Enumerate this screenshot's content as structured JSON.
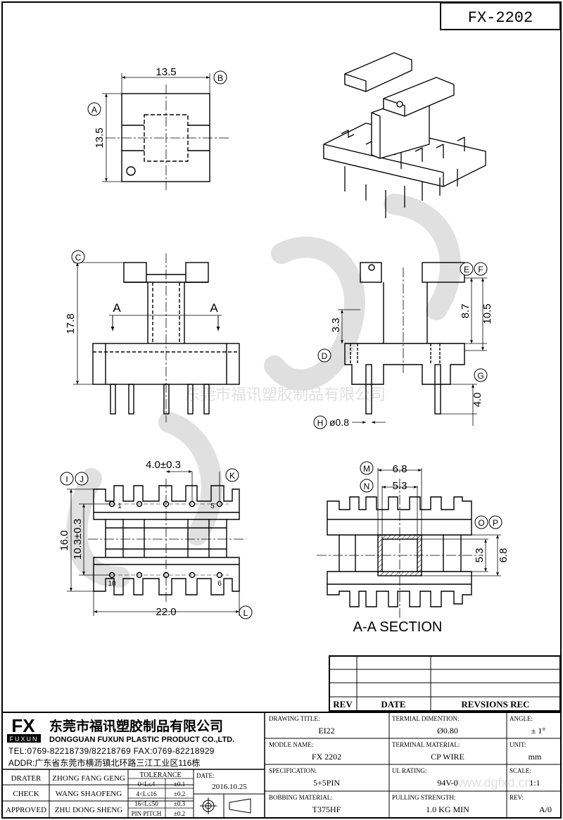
{
  "part_number": "FX-2202",
  "watermark": {
    "company": "东莞市福讯塑胶制品有限公司",
    "url": "www.dgfxd.cn"
  },
  "top_view": {
    "width": "13.5",
    "height": "13.5",
    "datum_a": "A",
    "datum_b": "B"
  },
  "front_view": {
    "height": "17.8",
    "datum_c": "C",
    "section_mark": "A"
  },
  "side_view": {
    "dim_87": "8.7",
    "dim_105": "10.5",
    "dim_33": "3.3",
    "dim_40": "4.0",
    "pin_dia": "ø0.8",
    "datum_d": "D",
    "datum_e": "E",
    "datum_f": "F",
    "datum_g": "G",
    "datum_h": "H"
  },
  "bottom_view": {
    "pitch": "4.0±0.3",
    "depth": "16.0",
    "row_spacing": "10.3±0.3",
    "width": "22.0",
    "datum_i": "I",
    "datum_j": "J",
    "datum_k": "K",
    "datum_l": "L",
    "pin_labels": [
      "1",
      "5",
      "10",
      "6"
    ]
  },
  "section_view": {
    "title": "A-A SECTION",
    "dim_68": "6.8",
    "dim_53": "5.3",
    "datum_m": "M",
    "datum_n": "N",
    "datum_o": "O",
    "datum_p": "P"
  },
  "revision_table": {
    "headers": [
      "REV",
      "DATE",
      "REVSIONS REC"
    ]
  },
  "company": {
    "logo": "FX",
    "logo_sub": "FUXUN",
    "name_cn": "东莞市福讯塑胶制品有限公司",
    "name_en": "DONGGUAN FUXUN PLASTIC PRODUCT CO.,LTD.",
    "tel": "TEL:0769-82218739/82218769 FAX:0769-82218929",
    "addr": "ADDR:广东省东莞市横沥镇北环路三江工业区116栋"
  },
  "people": [
    {
      "role": "DRATER",
      "name": "ZHONG FANG GENG"
    },
    {
      "role": "CHECK",
      "name": "WANG SHAOFENG"
    },
    {
      "role": "APPROVED",
      "name": "ZHU DONG SHENG"
    }
  ],
  "tolerance": {
    "title": "TOLERANCE",
    "rows": [
      {
        "range": "0<L≤4",
        "value": "±0.1"
      },
      {
        "range": "4<L≤16",
        "value": "±0.2"
      },
      {
        "range": "16<L≤50",
        "value": "±0.3"
      },
      {
        "range": "PIN PITCH",
        "value": "±0.2"
      }
    ]
  },
  "date": {
    "label": "DATE:",
    "value": "2016.10.25"
  },
  "fields": {
    "drawing_title": {
      "label": "DRAWING TITLE:",
      "value": "EI22"
    },
    "terminal_dimension": {
      "label": "TERMIAL DIMENTION:",
      "value": "Ø0.80"
    },
    "angle": {
      "label": "ANGLE:",
      "value": "± 1°"
    },
    "model_name": {
      "label": "MODLE NAME:",
      "value": "FX 2202"
    },
    "terminal_material": {
      "label": "TERMINAL MATERIAL:",
      "value": "CP WIRE"
    },
    "unit": {
      "label": "UNIT:",
      "value": "mm"
    },
    "specification": {
      "label": "SPECIFICATION:",
      "value": "5+5PIN"
    },
    "ul_rating": {
      "label": "UL RATING:",
      "value": "94V-0"
    },
    "scale": {
      "label": "SCALE:",
      "value": "1:1"
    },
    "bobbin_material": {
      "label": "BOBBING MATERIAL:",
      "value": "T375HF"
    },
    "pulling_strength": {
      "label": "PULLING STRENGTH:",
      "value": "1.0 KG MIN"
    },
    "rev": {
      "label": "REV:",
      "value": "A/0"
    }
  }
}
